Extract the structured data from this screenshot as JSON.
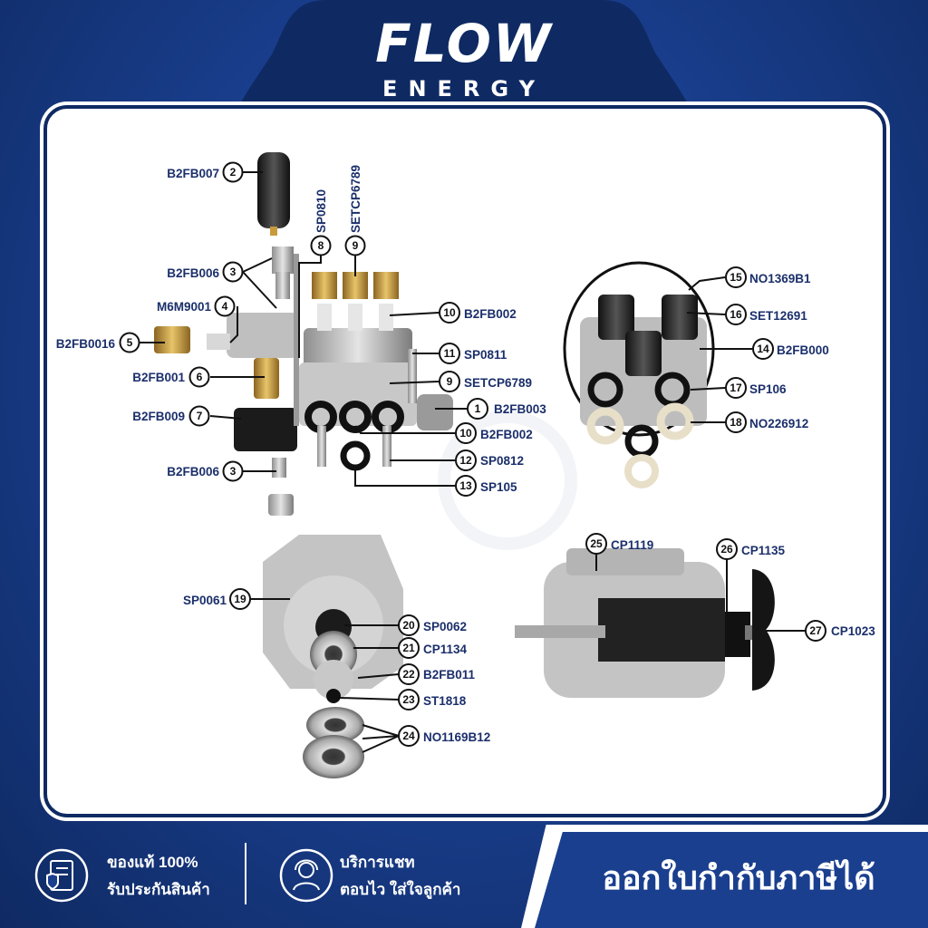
{
  "brand": {
    "name": "FLOW",
    "tagline": "ENERGY"
  },
  "colors": {
    "navy": "#0f2a63",
    "accent": "#1b3f8f",
    "label": "#1b2f6b",
    "brass": "#c89a3c"
  },
  "parts": [
    {
      "id": "p2",
      "num": "2",
      "code": "B2FB007"
    },
    {
      "id": "p3a",
      "num": "3",
      "code": "B2FB006"
    },
    {
      "id": "p4",
      "num": "4",
      "code": "M6M9001"
    },
    {
      "id": "p5",
      "num": "5",
      "code": "B2FB0016"
    },
    {
      "id": "p6",
      "num": "6",
      "code": "B2FB001"
    },
    {
      "id": "p7",
      "num": "7",
      "code": "B2FB009"
    },
    {
      "id": "p3b",
      "num": "3",
      "code": "B2FB006"
    },
    {
      "id": "p8",
      "num": "8",
      "code": "SP0810"
    },
    {
      "id": "p9a",
      "num": "9",
      "code": "SETCP6789"
    },
    {
      "id": "p10a",
      "num": "10",
      "code": "B2FB002"
    },
    {
      "id": "p11",
      "num": "11",
      "code": "SP0811"
    },
    {
      "id": "p9b",
      "num": "9",
      "code": "SETCP6789"
    },
    {
      "id": "p1",
      "num": "1",
      "code": "B2FB003"
    },
    {
      "id": "p10b",
      "num": "10",
      "code": "B2FB002"
    },
    {
      "id": "p12",
      "num": "12",
      "code": "SP0812"
    },
    {
      "id": "p13",
      "num": "13",
      "code": "SP105"
    },
    {
      "id": "p15",
      "num": "15",
      "code": "NO1369B1"
    },
    {
      "id": "p16",
      "num": "16",
      "code": "SET12691"
    },
    {
      "id": "p14",
      "num": "14",
      "code": "B2FB000"
    },
    {
      "id": "p17",
      "num": "17",
      "code": "SP106"
    },
    {
      "id": "p18",
      "num": "18",
      "code": "NO226912"
    },
    {
      "id": "p19",
      "num": "19",
      "code": "SP0061"
    },
    {
      "id": "p20",
      "num": "20",
      "code": "SP0062"
    },
    {
      "id": "p21",
      "num": "21",
      "code": "CP1134"
    },
    {
      "id": "p22",
      "num": "22",
      "code": "B2FB011"
    },
    {
      "id": "p23",
      "num": "23",
      "code": "ST1818"
    },
    {
      "id": "p24",
      "num": "24",
      "code": "NO1169B12"
    },
    {
      "id": "p25",
      "num": "25",
      "code": "CP1119"
    },
    {
      "id": "p26",
      "num": "26",
      "code": "CP1135"
    },
    {
      "id": "p27",
      "num": "27",
      "code": "CP1023"
    }
  ],
  "footer": {
    "genuine_line1": "ของแท้ 100%",
    "genuine_line2": "รับประกันสินค้า",
    "chat_line1": "บริการแชท",
    "chat_line2": "ตอบไว ใส่ใจลูกค้า",
    "invoice": "ออกใบกำกับภาษีได้"
  }
}
